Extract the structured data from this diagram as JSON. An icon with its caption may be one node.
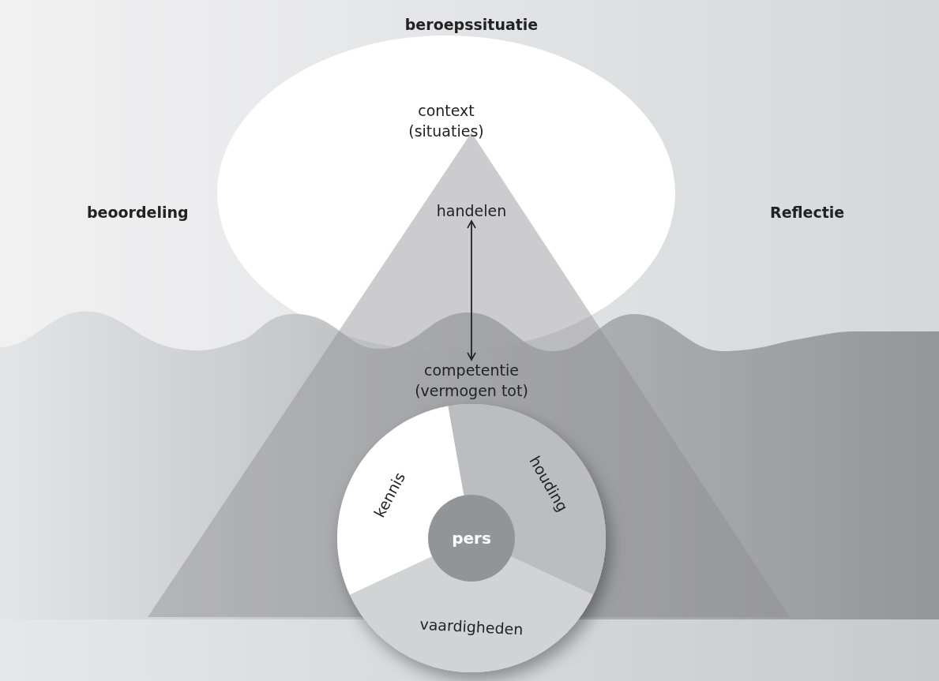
{
  "diagram": {
    "nodes": [
      {
        "text": [
          "context (situaties)"
        ]
      },
      {
        "text": [
          "handelen"
        ],
        "in": 0
      },
      {
        "text": [
          "competentie (vermogen tot)"
        ]
      },
      {
        "text": [
          "kennis"
        ]
      },
      {
        "text": [
          "houding"
        ]
      },
      {
        "text": [
          "vaardigheden"
        ]
      },
      {
        "text": [
          "pers"
        ]
      }
    ],
    "edges": [
      {
        "from": 1,
        "to": 2,
        "arrow": "both"
      }
    ],
    "labels": [
      "beroepssituatie",
      "beoordeling",
      "Reflectie"
    ]
  }
}
